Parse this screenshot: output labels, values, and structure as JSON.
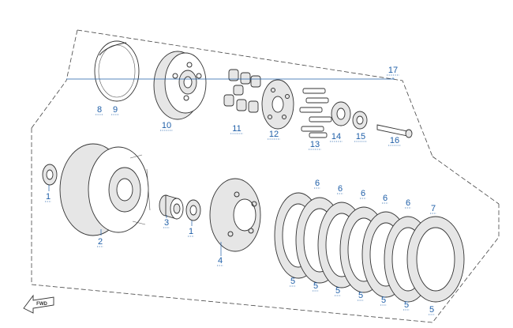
{
  "diagram": {
    "callouts": [
      {
        "id": "c8",
        "text": "8"
      },
      {
        "id": "c9",
        "text": "9"
      },
      {
        "id": "c10",
        "text": "10"
      },
      {
        "id": "c11",
        "text": "11"
      },
      {
        "id": "c12",
        "text": "12"
      },
      {
        "id": "c13",
        "text": "13"
      },
      {
        "id": "c14",
        "text": "14"
      },
      {
        "id": "c15",
        "text": "15"
      },
      {
        "id": "c16",
        "text": "16"
      },
      {
        "id": "c17",
        "text": "17"
      },
      {
        "id": "c1a",
        "text": "1"
      },
      {
        "id": "c2",
        "text": "2"
      },
      {
        "id": "c3",
        "text": "3"
      },
      {
        "id": "c1b",
        "text": "1"
      },
      {
        "id": "c4",
        "text": "4"
      },
      {
        "id": "c6a",
        "text": "6"
      },
      {
        "id": "c6b",
        "text": "6"
      },
      {
        "id": "c6c",
        "text": "6"
      },
      {
        "id": "c6d",
        "text": "6"
      },
      {
        "id": "c6e",
        "text": "6"
      },
      {
        "id": "c7",
        "text": "7"
      },
      {
        "id": "c5a",
        "text": "5"
      },
      {
        "id": "c5b",
        "text": "5"
      },
      {
        "id": "c5c",
        "text": "5"
      },
      {
        "id": "c5d",
        "text": "5"
      },
      {
        "id": "c5e",
        "text": "5"
      },
      {
        "id": "c5f",
        "text": "5"
      },
      {
        "id": "c5g",
        "text": "5"
      }
    ],
    "fwd_label": "FWD",
    "colors": {
      "callout": "#1f5fa8",
      "line": "#333333"
    }
  }
}
